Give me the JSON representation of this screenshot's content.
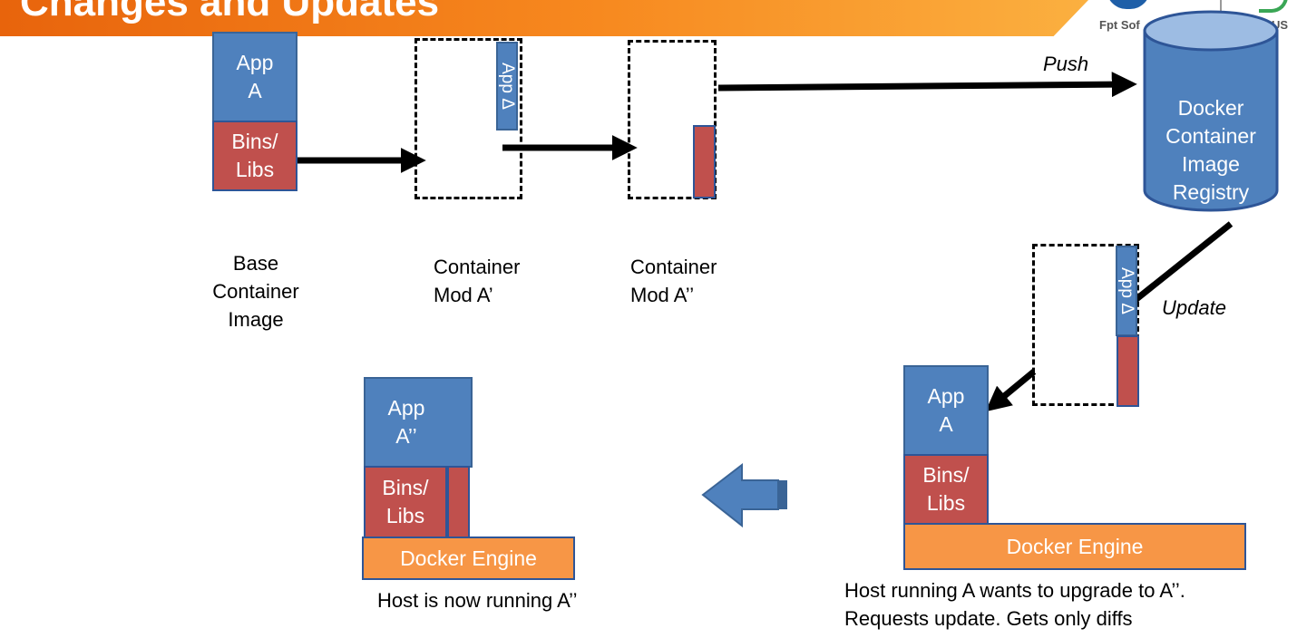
{
  "slide": {
    "title": "Changes and Updates"
  },
  "logo": {
    "left_text": "Fpt Sof",
    "right_text": "us"
  },
  "base_image": {
    "app_label": "App\nA",
    "libs_label": "Bins/\nLibs",
    "caption": "Base\nContainer\nImage"
  },
  "mod_a1": {
    "app_delta_label": "App Δ",
    "caption": "Container\nMod A’"
  },
  "mod_a2": {
    "caption": "Container\nMod A’’"
  },
  "registry": {
    "label": "Docker\nContainer\nImage\nRegistry",
    "push_label": "Push",
    "update_label": "Update"
  },
  "update_container": {
    "app_delta_label": "App Δ"
  },
  "host_before": {
    "app_label": "App\nA",
    "libs_label": "Bins/\nLibs",
    "engine_label": "Docker Engine",
    "caption": "Host running A wants to upgrade to A’’.\nRequests update. Gets only diffs"
  },
  "host_after": {
    "app_label": "App\nA’’",
    "libs_label": "Bins/\nLibs",
    "engine_label": "Docker Engine",
    "caption": "Host is now running A’’"
  },
  "colors": {
    "header_orange": "#f7891f",
    "app_blue": "#4f81bd",
    "libs_red": "#c0504d",
    "engine_orange": "#f79646"
  }
}
